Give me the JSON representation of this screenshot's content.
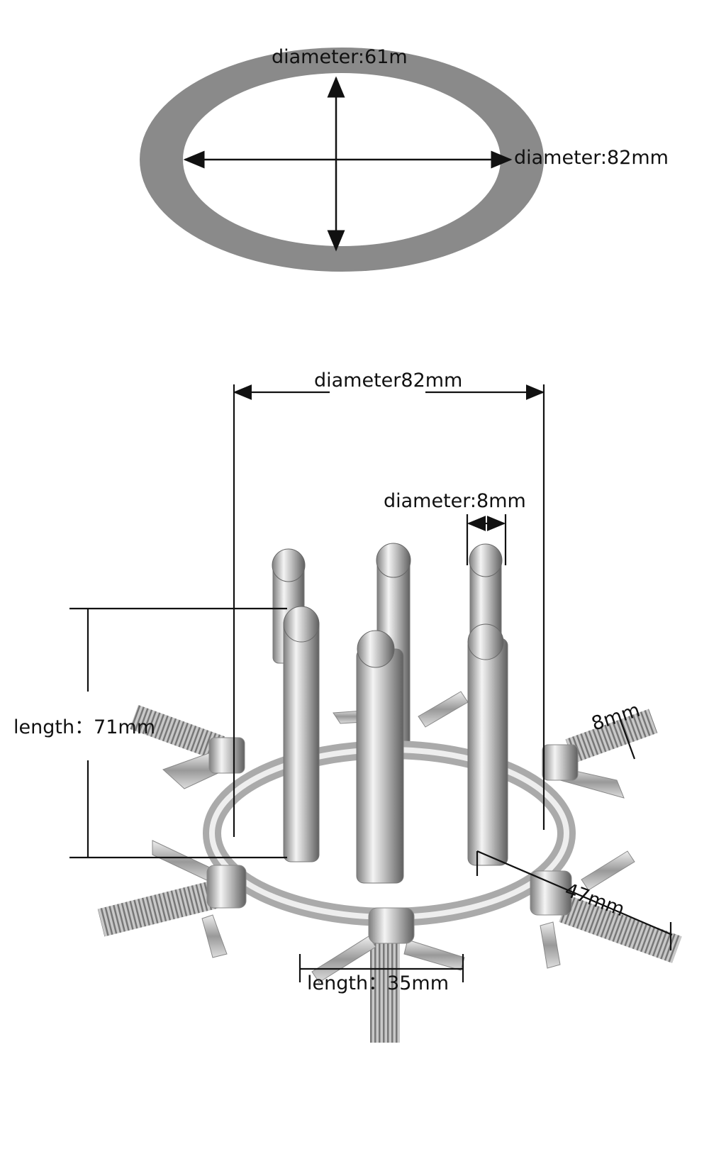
{
  "ring_diagram": {
    "vertical_label": "diameter:61m",
    "horizontal_label": "diameter:82mm",
    "ring_color": "#8a8a8a"
  },
  "device_diagram": {
    "ring_diameter_label": "diameter82mm",
    "prong_diameter_label": "diameter:8mm",
    "prong_length_label": "length：71mm",
    "screw_diameter_label": "8mm",
    "screw_extension_label": "47mm",
    "screw_length_label": "length：35mm"
  }
}
